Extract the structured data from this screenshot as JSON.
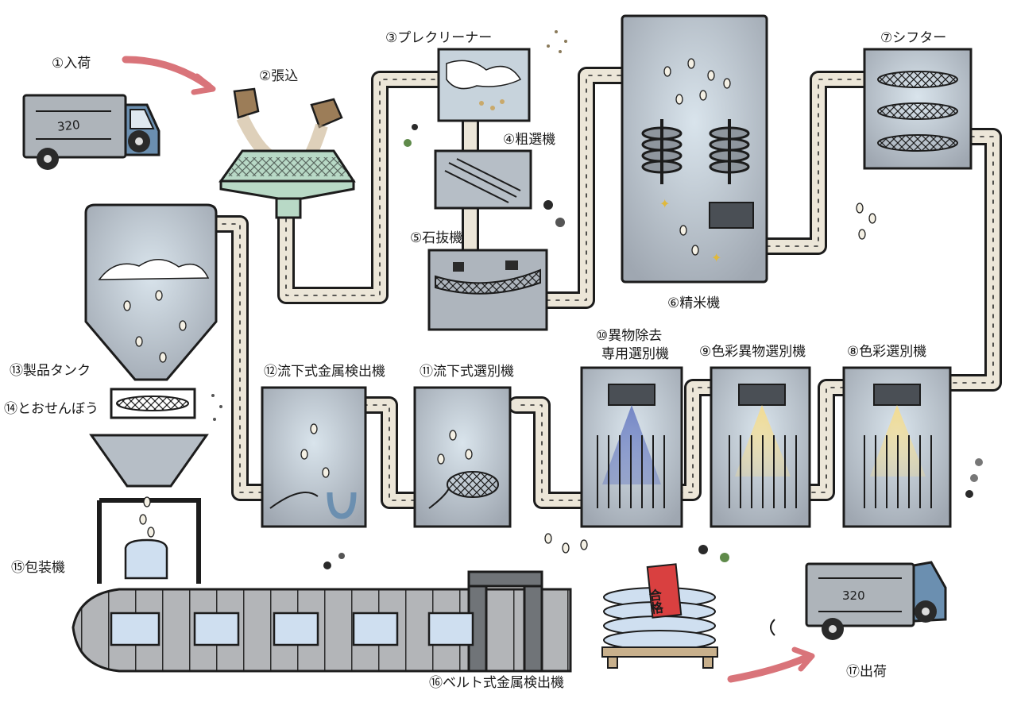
{
  "steps": [
    {
      "id": "s1",
      "label": "①入荷"
    },
    {
      "id": "s2",
      "label": "②張込"
    },
    {
      "id": "s3",
      "label": "③プレクリーナー"
    },
    {
      "id": "s4",
      "label": "④粗選機"
    },
    {
      "id": "s5",
      "label": "⑤石抜機"
    },
    {
      "id": "s6",
      "label": "⑥精米機"
    },
    {
      "id": "s7",
      "label": "⑦シフター"
    },
    {
      "id": "s8",
      "label": "⑧色彩選別機"
    },
    {
      "id": "s9",
      "label": "⑨色彩異物選別機"
    },
    {
      "id": "s10",
      "label_line1": "⑩異物除去",
      "label_line2": "専用選別機"
    },
    {
      "id": "s11",
      "label": "⑪流下式選別機"
    },
    {
      "id": "s12",
      "label": "⑫流下式金属検出機"
    },
    {
      "id": "s13",
      "label": "⑬製品タンク"
    },
    {
      "id": "s14",
      "label": "⑭とおせんぼう"
    },
    {
      "id": "s15",
      "label": "⑮包装機"
    },
    {
      "id": "s16",
      "label": "⑯ベルト式金属検出機"
    },
    {
      "id": "s17",
      "label": "⑰出荷"
    }
  ],
  "truck_in_text": "320",
  "truck_out_text": "320",
  "stamp_text": "合格",
  "colors": {
    "outline": "#1c1c1c",
    "machine_fill": "#a9aeb4",
    "pipe_fill": "#ede7da",
    "hopper_green": "#b8d9c6",
    "arrow_red": "#d9747a",
    "truck_body": "#aeb4ba",
    "truck_cab": "#6b8fb0",
    "sack_brown": "#9c7d58",
    "stamp_red": "#d94040",
    "yellow_light": "#f2d98a",
    "blue_light": "#6f82c4"
  }
}
